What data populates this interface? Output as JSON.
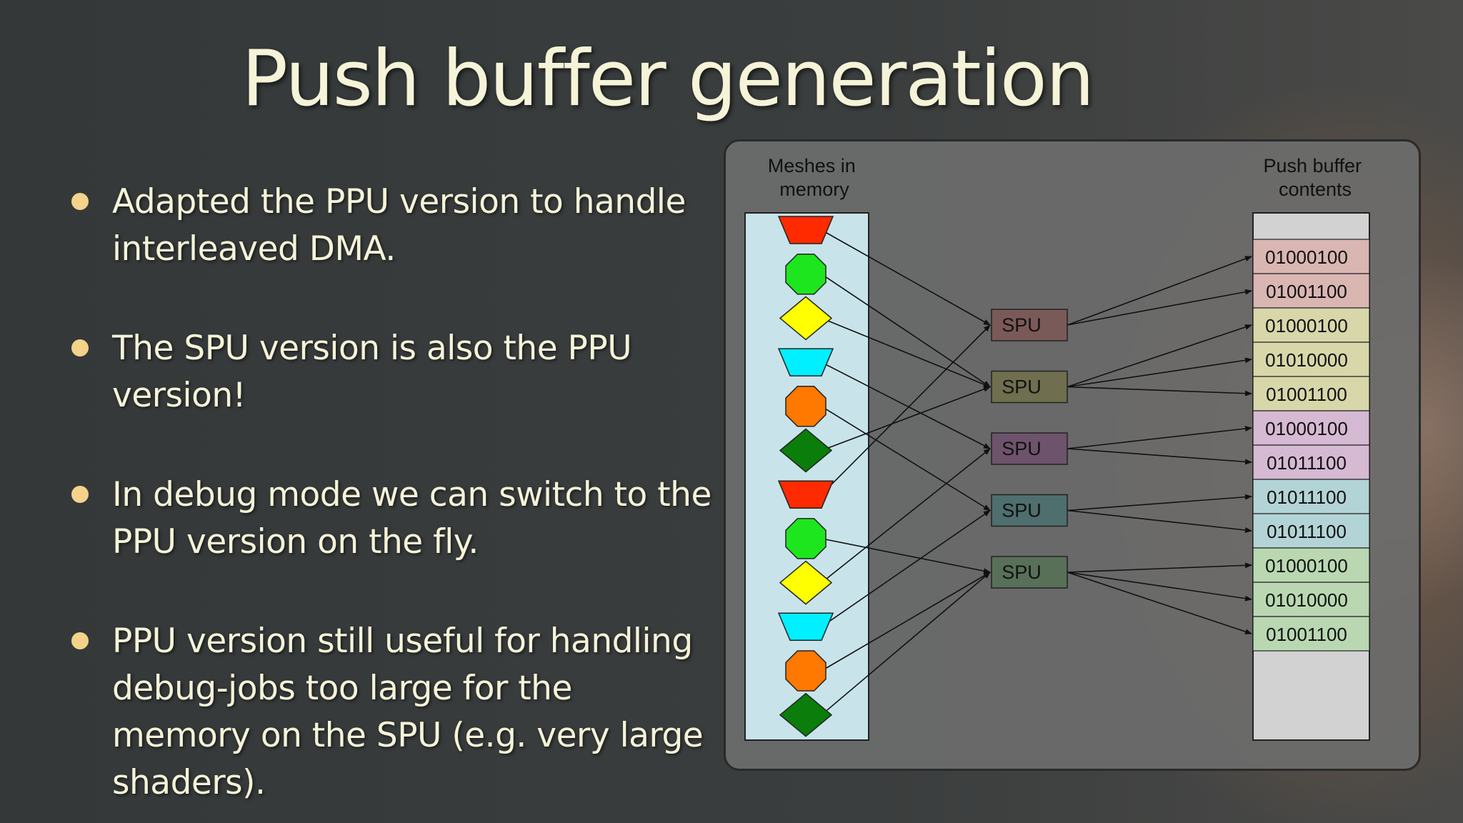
{
  "slide": {
    "title": "Push buffer generation",
    "bullets": [
      {
        "text": "Adapted the PPU version to handle\ninterleaved DMA."
      },
      {
        "text": "The SPU version is also the PPU\nversion!"
      },
      {
        "text": "In debug mode we can switch to the\nPPU version on the fly."
      },
      {
        "text": "PPU version still useful for handling\ndebug-jobs too large for the\nmemory on the SPU (e.g. very large\nshaders)."
      }
    ]
  },
  "diagram": {
    "meshes_label": "Meshes in\nmemory",
    "pushbuffer_label": "Push buffer\ncontents",
    "meshes": [
      {
        "shape": "trapezoid-icon",
        "color": "#ff2a00"
      },
      {
        "shape": "octagon-icon",
        "color": "#1ee61e"
      },
      {
        "shape": "diamond-icon",
        "color": "#ffff00"
      },
      {
        "shape": "trapezoid-icon",
        "color": "#00f0ff"
      },
      {
        "shape": "octagon-icon",
        "color": "#ff7800"
      },
      {
        "shape": "diamond-icon",
        "color": "#0a7d0a"
      },
      {
        "shape": "trapezoid-icon",
        "color": "#ff2a00"
      },
      {
        "shape": "octagon-icon",
        "color": "#1ee61e"
      },
      {
        "shape": "diamond-icon",
        "color": "#ffff00"
      },
      {
        "shape": "trapezoid-icon",
        "color": "#00f0ff"
      },
      {
        "shape": "octagon-icon",
        "color": "#ff7800"
      },
      {
        "shape": "diamond-icon",
        "color": "#0a7d0a"
      }
    ],
    "spus": [
      {
        "label": "SPU",
        "color": "#7a5a58"
      },
      {
        "label": "SPU",
        "color": "#6f6e4e"
      },
      {
        "label": "SPU",
        "color": "#6e536c"
      },
      {
        "label": "SPU",
        "color": "#4f6e6e"
      },
      {
        "label": "SPU",
        "color": "#587058"
      }
    ],
    "entries": [
      {
        "value": "01000100",
        "color": "#d9b6b2"
      },
      {
        "value": "01001100",
        "color": "#d9b6b2"
      },
      {
        "value": "01000100",
        "color": "#d8d7aa"
      },
      {
        "value": "01010000",
        "color": "#d8d7aa"
      },
      {
        "value": "01001100",
        "color": "#d8d7aa"
      },
      {
        "value": "01000100",
        "color": "#d6b9d3"
      },
      {
        "value": "01011100",
        "color": "#d6b9d3"
      },
      {
        "value": "01011100",
        "color": "#b3d4d6"
      },
      {
        "value": "01011100",
        "color": "#b3d4d6"
      },
      {
        "value": "01000100",
        "color": "#b9d8b2"
      },
      {
        "value": "01010000",
        "color": "#b9d8b2"
      },
      {
        "value": "01001100",
        "color": "#b9d8b2"
      }
    ],
    "mesh_to_spu": [
      [
        0,
        0
      ],
      [
        1,
        1
      ],
      [
        2,
        1
      ],
      [
        3,
        2
      ],
      [
        4,
        3
      ],
      [
        5,
        1
      ],
      [
        6,
        0
      ],
      [
        7,
        4
      ],
      [
        8,
        2
      ],
      [
        9,
        3
      ],
      [
        10,
        4
      ],
      [
        11,
        4
      ]
    ],
    "spu_to_entry": [
      [
        0,
        0
      ],
      [
        0,
        1
      ],
      [
        1,
        2
      ],
      [
        1,
        3
      ],
      [
        1,
        4
      ],
      [
        2,
        5
      ],
      [
        2,
        6
      ],
      [
        3,
        7
      ],
      [
        3,
        8
      ],
      [
        4,
        9
      ],
      [
        4,
        10
      ],
      [
        4,
        11
      ]
    ]
  }
}
